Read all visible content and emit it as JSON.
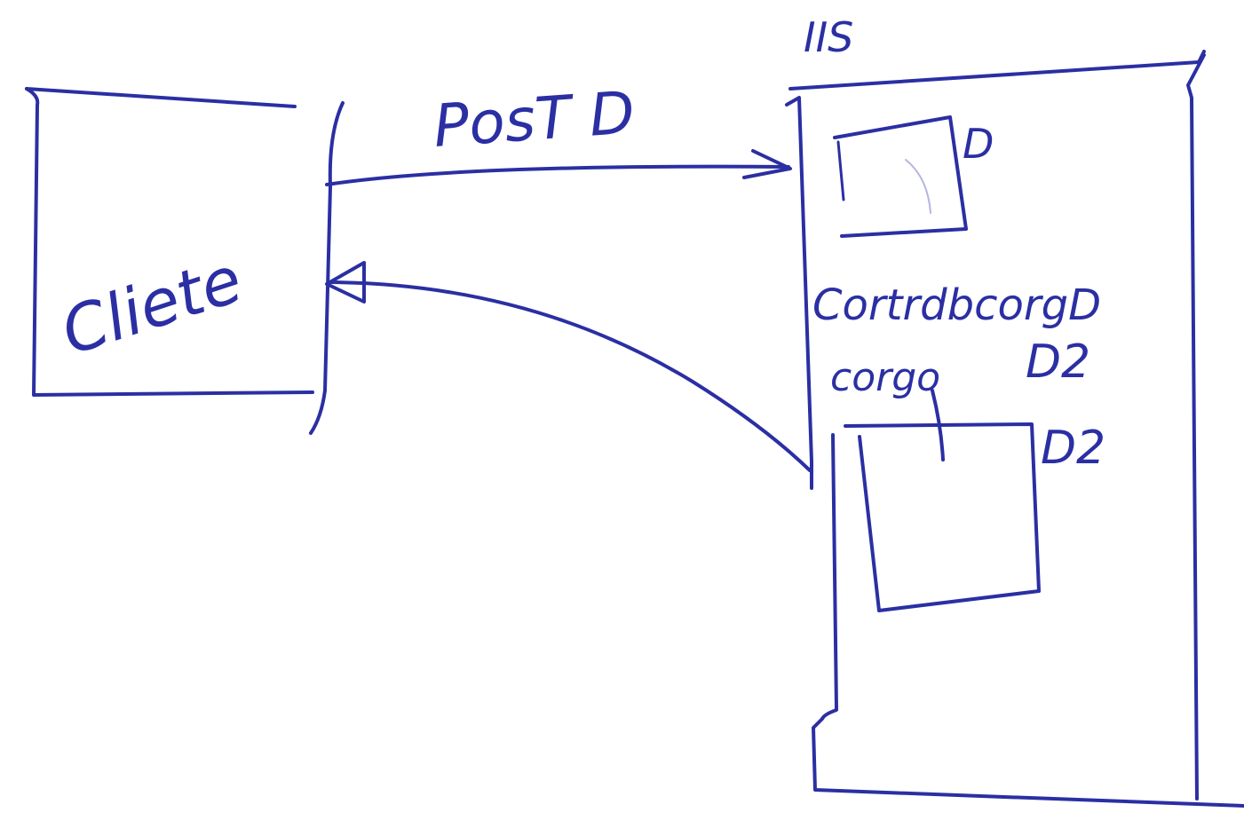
{
  "ink_color": "#2b2fa3",
  "labels": {
    "client": "Cliete",
    "request": "PosT D",
    "server": "IIS",
    "doc_top": "D",
    "line1": "CortrdbcorgD",
    "line2": "corgo",
    "doc_d2_inline": "D2",
    "doc_bottom": "D2"
  }
}
